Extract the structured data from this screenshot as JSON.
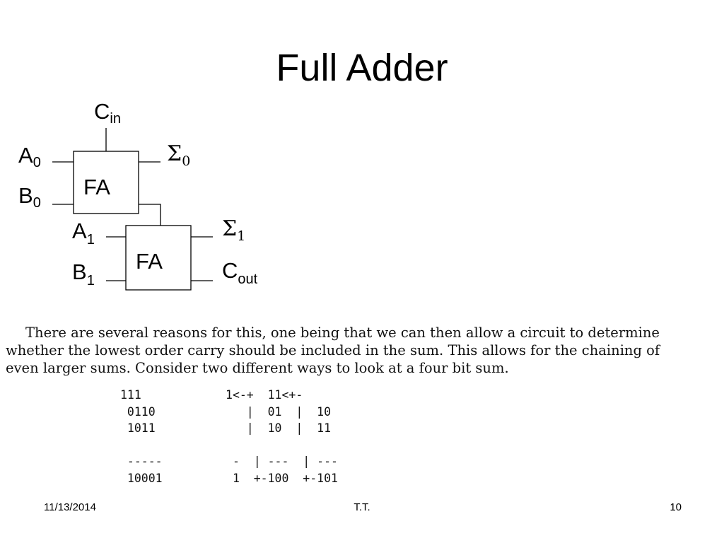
{
  "slide": {
    "title": "Full Adder"
  },
  "diagram": {
    "gate_label": "FA",
    "inputs": {
      "carry_in": {
        "base": "C",
        "sub": "in"
      },
      "a0": {
        "base": "A",
        "sub": "0"
      },
      "b0": {
        "base": "B",
        "sub": "0"
      },
      "a1": {
        "base": "A",
        "sub": "1"
      },
      "b1": {
        "base": "B",
        "sub": "1"
      }
    },
    "outputs": {
      "sum0": {
        "base": "Σ",
        "sub": "0"
      },
      "sum1": {
        "base": "Σ",
        "sub": "1"
      },
      "carry_out": {
        "base": "C",
        "sub": "out"
      }
    }
  },
  "paragraph": {
    "lines": [
      "There are several reasons for this, one being that we can then allow a circuit to determine",
      "whether the lowest order carry should be included in the sum.  This allows for the chaining of",
      "even larger sums.  Consider two different ways to look at a four bit sum."
    ]
  },
  "code": {
    "lines": [
      "111            1<-+  11<+-",
      " 0110             |  01  |  10",
      " 1011             |  10  |  11",
      "",
      " -----          -  | ---  | ---",
      " 10001          1  +-100  +-101"
    ]
  },
  "footer": {
    "date": "11/13/2014",
    "author": "T.T.",
    "page": "10"
  }
}
